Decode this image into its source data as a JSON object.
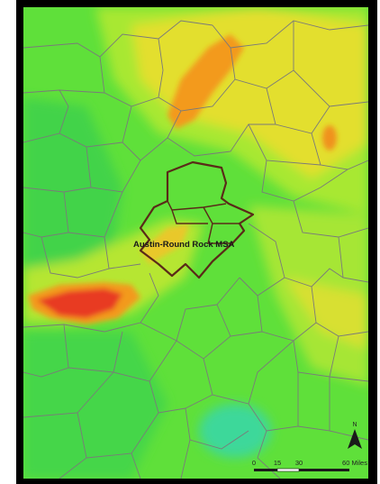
{
  "map": {
    "region_label": "Austin-Round Rock MSA",
    "north_label": "N",
    "scale_ticks": [
      "0",
      "15",
      "30",
      "60 Miles"
    ],
    "colors": {
      "green_low": "#3fd44a",
      "green": "#5fe03a",
      "yellow_green": "#a8e832",
      "yellow": "#e6e22c",
      "orange": "#f39a1e",
      "red": "#e83a22",
      "teal": "#3ed89a",
      "county_lines": "#7a7a7a",
      "msa_boundary": "#5a2a18",
      "frame": "#000000"
    },
    "icons": {
      "north_arrow": "north-arrow-icon"
    }
  }
}
